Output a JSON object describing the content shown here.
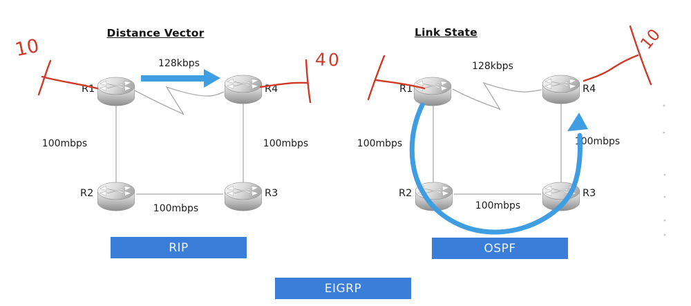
{
  "left_diagram": {
    "title": "Distance Vector",
    "wan_speed": "128kbps",
    "r1": "R1",
    "r2": "R2",
    "r3": "R3",
    "r4": "R4",
    "speed_left": "100mbps",
    "speed_right": "100mbps",
    "speed_bottom": "100mbps",
    "protocol": "RIP",
    "annotation_left_cost": "10",
    "annotation_right_cost": "40"
  },
  "right_diagram": {
    "title": "Link State",
    "wan_speed": "128kbps",
    "r1": "R1",
    "r2": "R2",
    "r3": "R3",
    "r4": "R4",
    "speed_left": "100mbps",
    "speed_right": "100mbps",
    "speed_bottom": "100mbps",
    "protocol": "OSPF",
    "annotation_right_cost": "10"
  },
  "bottom_protocol": "EIGRP",
  "colors": {
    "protocol_box_blue": "#3b7ed9",
    "arrow_blue": "#3f9de2",
    "annotation_red": "#cf3a28",
    "link_gray": "#a9a9a9",
    "text_dark": "#1c1c1c"
  }
}
